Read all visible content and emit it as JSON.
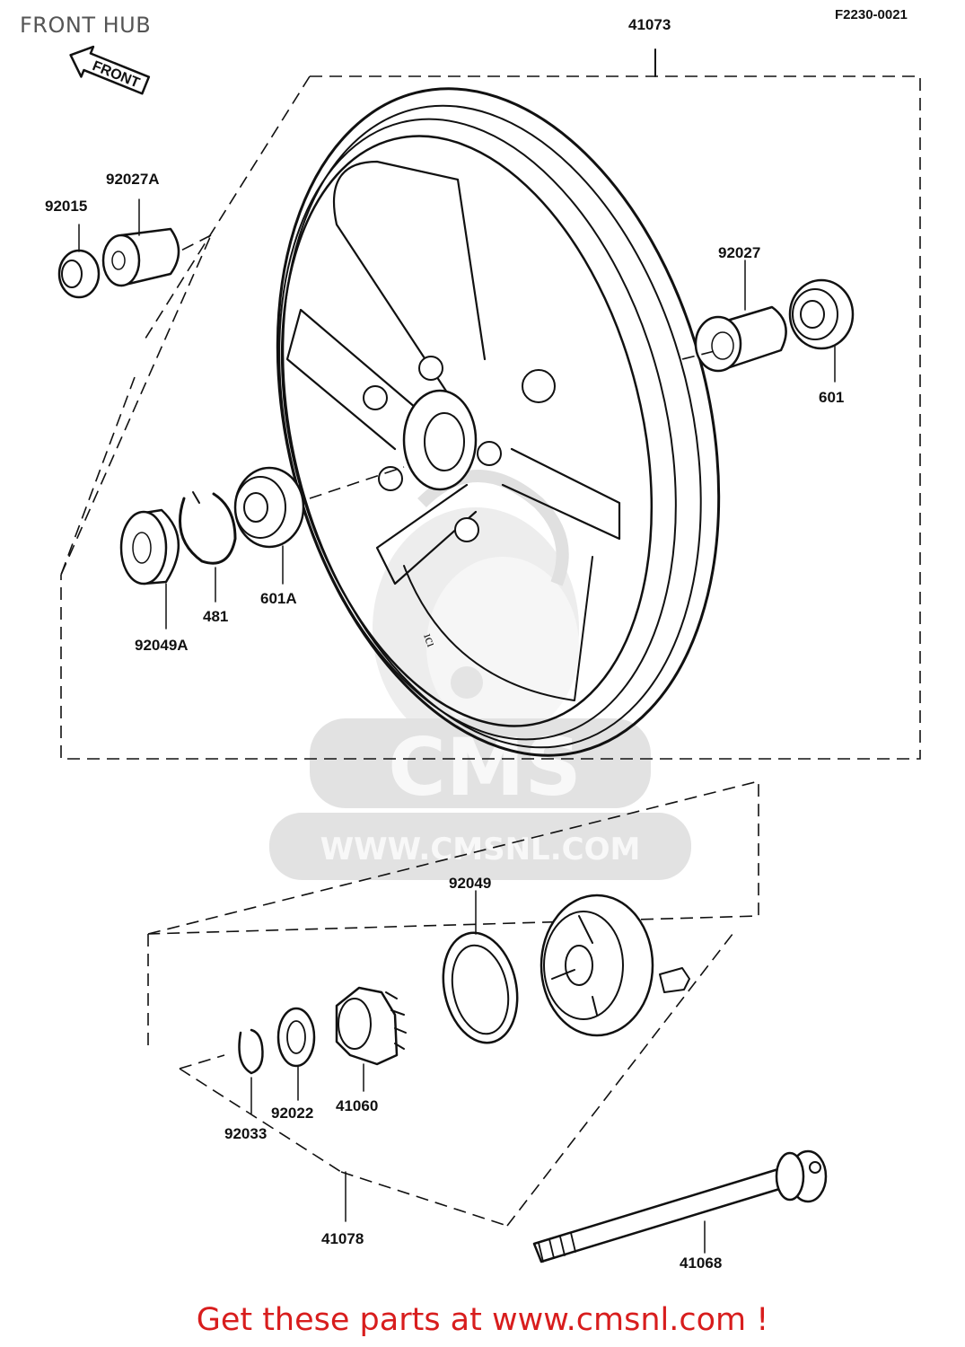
{
  "header": {
    "title": "FRONT HUB",
    "ref_code": "F2230-0021"
  },
  "front_arrow": {
    "label": "FRONT"
  },
  "parts": {
    "p41073": "41073",
    "p92015": "92015",
    "p92027A": "92027A",
    "p92027": "92027",
    "p601": "601",
    "p601A": "601A",
    "p481": "481",
    "p92049A": "92049A",
    "p92049": "92049",
    "p92033": "92033",
    "p92022": "92022",
    "p41060": "41060",
    "p41078": "41078",
    "p41068": "41068"
  },
  "watermark": {
    "brand": "CMS",
    "url": "WWW.CMSNL.COM"
  },
  "footer": {
    "cta": "Get these parts at www.cmsnl.com !"
  },
  "colors": {
    "ink": "#111111",
    "cta": "#d81d1d",
    "watermark": "#e6e6e6"
  }
}
